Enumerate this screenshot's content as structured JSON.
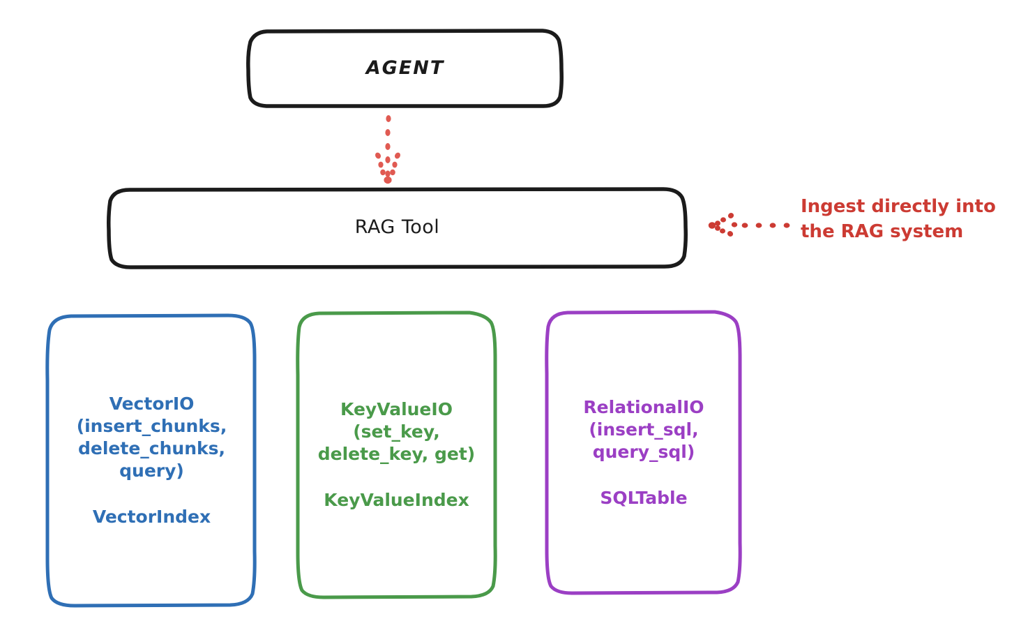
{
  "diagram": {
    "title_node": {
      "label": "AGENT"
    },
    "tool_node": {
      "label": "RAG Tool"
    },
    "annotation": {
      "text": "Ingest directly into\nthe RAG system",
      "color": "#cc3b33"
    },
    "stores": [
      {
        "id": "vector",
        "api": "VectorIO\n(insert_chunks,\ndelete_chunks,\nquery)",
        "index": "VectorIndex",
        "color": "#2f6fb5"
      },
      {
        "id": "keyvalue",
        "api": "KeyValueIO\n(set_key,\ndelete_key, get)",
        "index": "KeyValueIndex",
        "color": "#4a9a4a"
      },
      {
        "id": "relational",
        "api": "RelationalIO\n(insert_sql,\nquery_sql)",
        "index": "SQLTable",
        "color": "#9b3fc4"
      }
    ],
    "connectors": [
      {
        "name": "agent-to-ragtool",
        "style": "dotted-arrow-down",
        "color": "#e05a52"
      },
      {
        "name": "ingest-to-ragtool",
        "style": "dotted-arrow-left",
        "color": "#cc3b33"
      }
    ],
    "colors": {
      "stroke_dark": "#1b1b1b",
      "background": "#ffffff"
    }
  }
}
